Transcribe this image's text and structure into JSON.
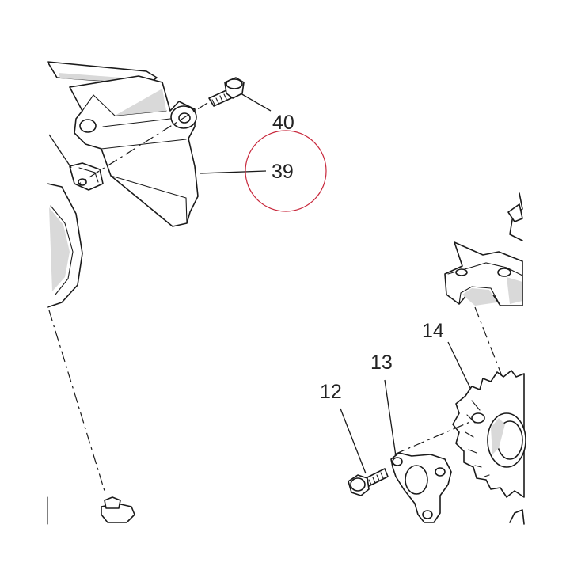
{
  "diagram": {
    "highlight_color": "#c8283c",
    "ink_color": "#1a1a1a",
    "labels": {
      "part_40": "40",
      "part_39": "39",
      "part_14": "14",
      "part_13": "13",
      "part_12": "12"
    }
  }
}
